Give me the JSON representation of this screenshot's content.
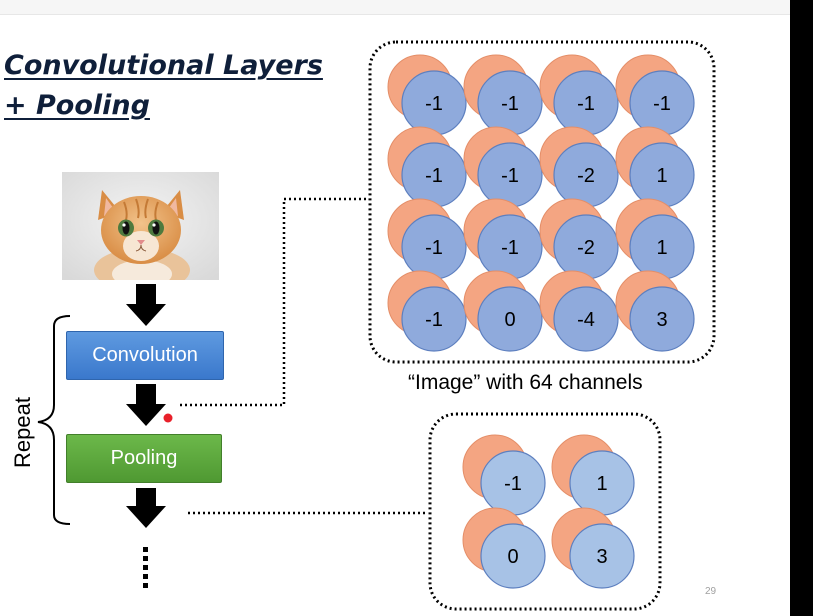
{
  "slide": {
    "title_line1": "Convolutional Layers",
    "title_line2": "+ Pooling",
    "page_number": "29"
  },
  "flow": {
    "convolution_label": "Convolution",
    "pooling_label": "Pooling",
    "repeat_label": "Repeat"
  },
  "conv_output": {
    "caption": "“Image” with 64 channels",
    "values": [
      [
        "-1",
        "-1",
        "-1",
        "-1"
      ],
      [
        "-1",
        "-1",
        "-2",
        "1"
      ],
      [
        "-1",
        "-1",
        "-2",
        "1"
      ],
      [
        "-1",
        "0",
        "-4",
        "3"
      ]
    ]
  },
  "pool_output": {
    "values": [
      [
        "-1",
        "1"
      ],
      [
        "0",
        "3"
      ]
    ]
  },
  "colors": {
    "back_circle": "#f4a582",
    "front_circle": "#8faadc",
    "front_circle_pool": "#a7c2e6",
    "convolution_box": "#4a86d6",
    "pooling_box": "#5ea83e",
    "pointer_dot": "#e8202a"
  }
}
